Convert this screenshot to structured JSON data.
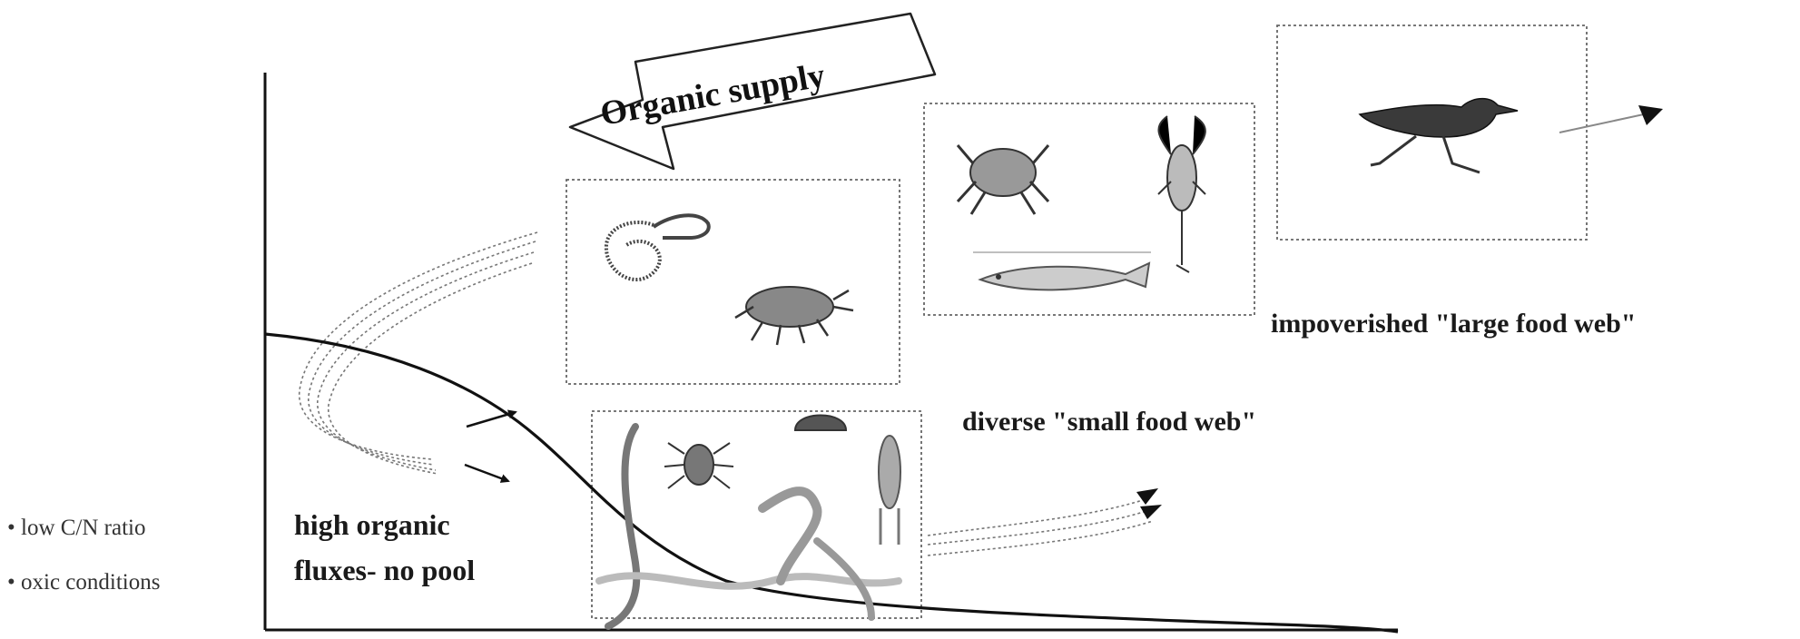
{
  "arrow_label": "Organic supply",
  "labels": {
    "large_food_web": "impoverished \"large food web\"",
    "small_food_web": "diverse \"small food web\"",
    "fluxes_line1": "high organic",
    "fluxes_line2": "fluxes- no pool"
  },
  "bullets": [
    "• low C/N ratio",
    "• oxic conditions"
  ],
  "panels": {
    "macrofauna": [
      "worm-icon",
      "amphipod-icon"
    ],
    "predators": [
      "crab-icon",
      "shrimp-icon",
      "fish-icon"
    ],
    "bird": [
      "bird-icon"
    ],
    "meiofauna": [
      "nematode-icon",
      "mite-icon",
      "foraminifera-icon",
      "copepod-icon"
    ]
  }
}
